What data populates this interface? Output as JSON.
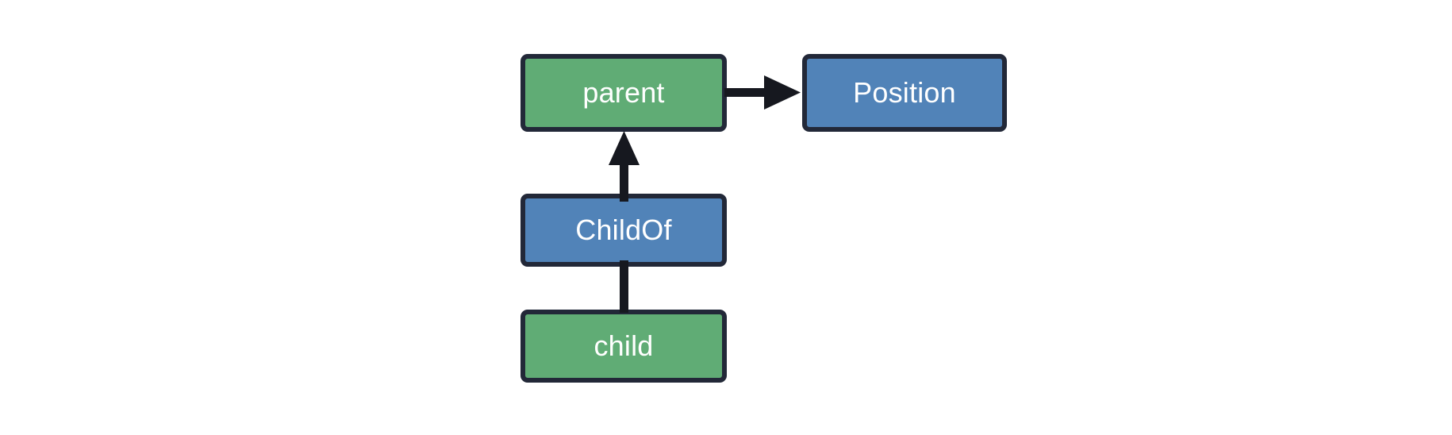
{
  "diagram": {
    "title": "",
    "background_color": "#ffffff",
    "type": "graph",
    "colors": {
      "entity_fill": "#60ac75",
      "component_fill": "#5183b8",
      "relation_fill": "#5183b8",
      "border": "#222838",
      "edge": "#16181f",
      "label_text": "#ffffff"
    },
    "nodes": [
      {
        "id": "parent",
        "label": "parent",
        "kind": "entity"
      },
      {
        "id": "position",
        "label": "Position",
        "kind": "component"
      },
      {
        "id": "childof",
        "label": "ChildOf",
        "kind": "relation"
      },
      {
        "id": "child",
        "label": "child",
        "kind": "entity"
      }
    ],
    "edges": [
      {
        "id": "parent-position",
        "from": "parent",
        "to": "position",
        "arrow": "to",
        "direction": "right"
      },
      {
        "id": "childof-parent",
        "from": "childof",
        "to": "parent",
        "arrow": "to",
        "direction": "up"
      },
      {
        "id": "child-childof",
        "from": "child",
        "to": "childof",
        "arrow": "none",
        "direction": "up"
      }
    ]
  }
}
